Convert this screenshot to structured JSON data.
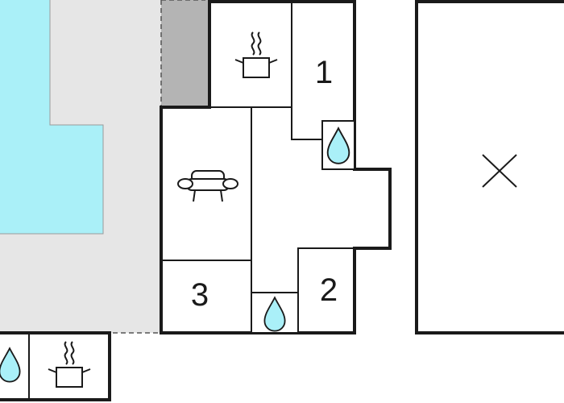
{
  "floor_plan": {
    "rooms": [
      {
        "id": "bedroom-1",
        "label": "1"
      },
      {
        "id": "bedroom-2",
        "label": "2"
      },
      {
        "id": "bedroom-3",
        "label": "3"
      }
    ],
    "icons": [
      {
        "name": "kitchen-pot-icon",
        "room": "kitchen"
      },
      {
        "name": "sofa-icon",
        "room": "living-room"
      },
      {
        "name": "water-drop-icon",
        "room": "bathroom-1"
      },
      {
        "name": "water-drop-icon",
        "room": "bathroom-2"
      },
      {
        "name": "water-drop-icon",
        "room": "outdoor-shower"
      },
      {
        "name": "kitchen-pot-icon",
        "room": "outdoor-kitchen"
      },
      {
        "name": "x-mark-icon",
        "room": "annex"
      }
    ],
    "colors": {
      "pool": "#aaf0f8",
      "terrace": "#e6e6e6",
      "covered_terrace": "#b4b4b4",
      "walls": "#1a1a1a",
      "water_drop": "#aaf0f8"
    }
  }
}
